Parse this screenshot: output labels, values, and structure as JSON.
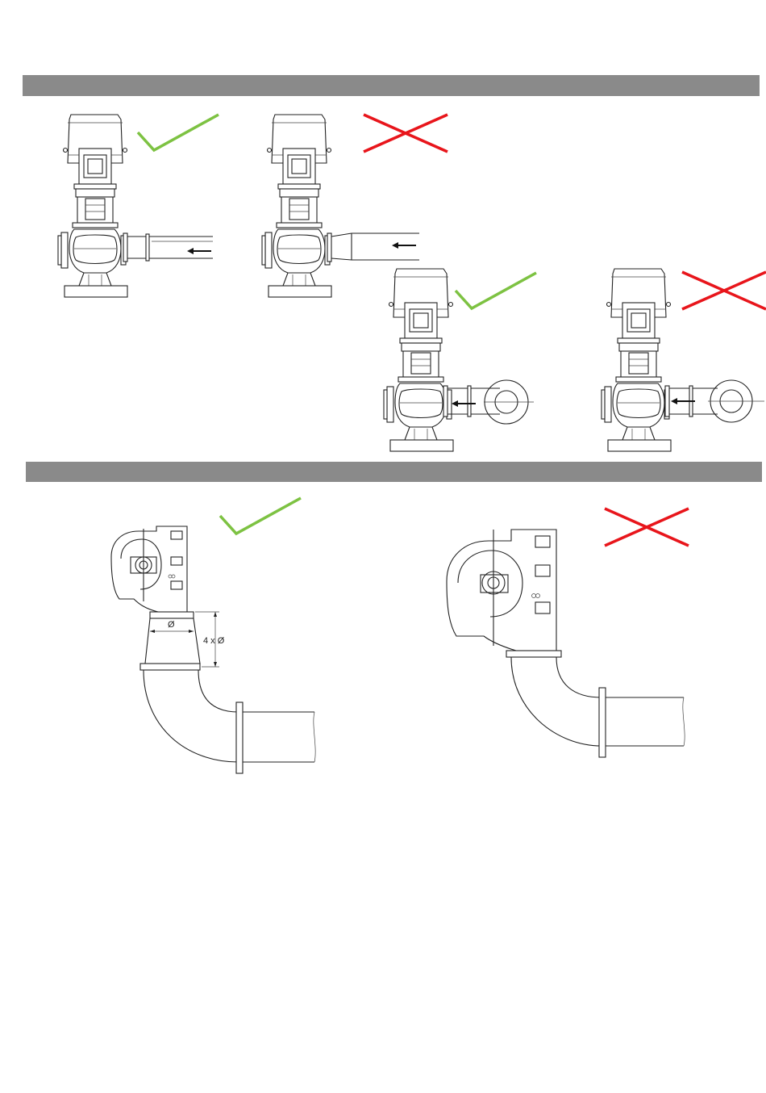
{
  "sections": [
    {
      "name": "horizontal-inlet-section"
    },
    {
      "name": "bend-inlet-section"
    }
  ],
  "marks": {
    "correct_color": "#7dc242",
    "wrong_color": "#e8151b"
  },
  "dimensions": {
    "diameter_label": "Ø",
    "length_label": "4 x Ø"
  },
  "icons": {
    "correct": "check-mark-icon",
    "wrong": "cross-mark-icon",
    "flow": "flow-arrow-icon"
  }
}
